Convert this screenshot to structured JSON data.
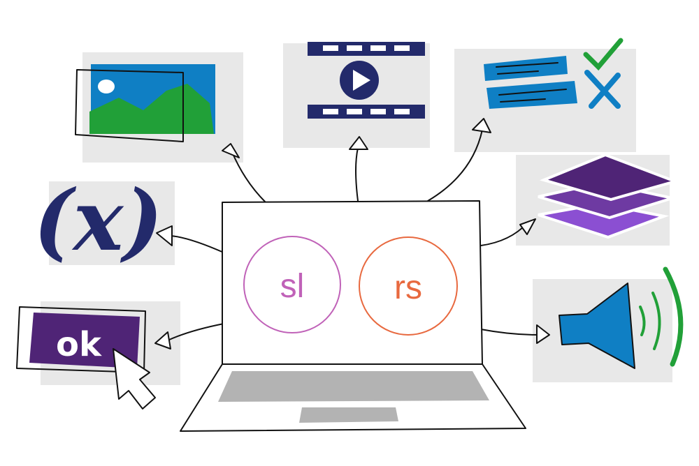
{
  "screen": {
    "left_label": "sl",
    "right_label": "rs"
  },
  "icons": {
    "image": "image-icon",
    "video": "video-play-icon",
    "quiz": "quiz-check-cross-icon",
    "layers": "layers-icon",
    "audio": "speaker-icon",
    "button": "ok-button-icon",
    "variable": "variable-x-icon"
  },
  "button_label": "ok",
  "variable_label": "(x)",
  "colors": {
    "purple_circle": "#c062b8",
    "orange_circle": "#e8693f",
    "navy": "#232a6b",
    "blue": "#0f7fc4",
    "green": "#21a038",
    "purple_dark": "#4f2476",
    "purple_mid": "#6e3aa2",
    "purple_light": "#8b4fd2",
    "gray_panel": "#e8e8e8",
    "keyboard_gray": "#b3b3b3"
  }
}
